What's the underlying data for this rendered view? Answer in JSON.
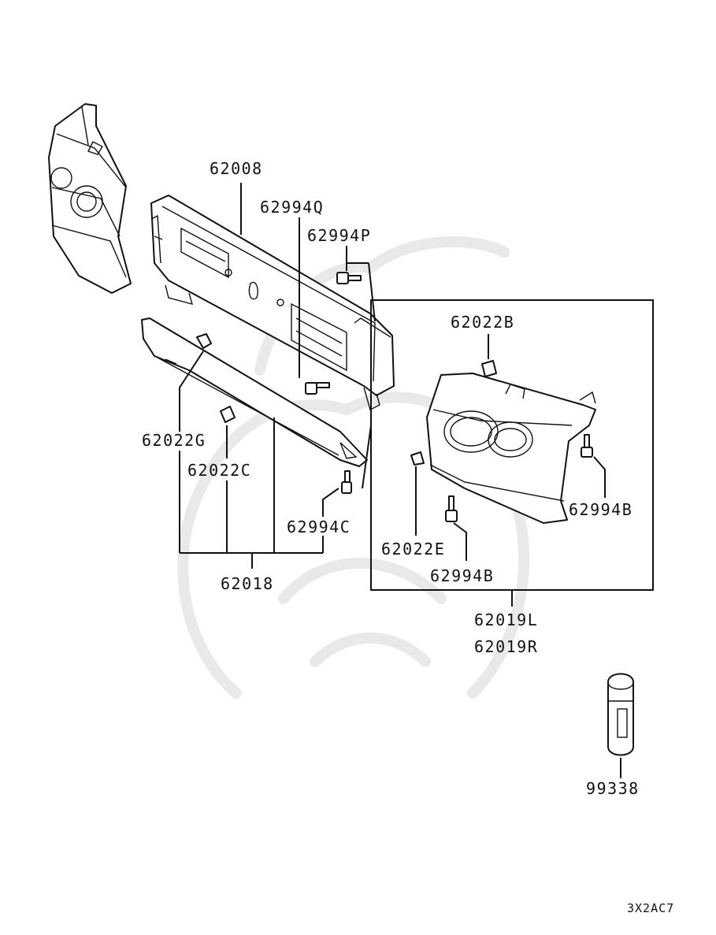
{
  "labels": {
    "grille_panel": "62008",
    "bolt_q": "62994Q",
    "bolt_p": "62994P",
    "clip_g": "62022G",
    "clip_c": "62022C",
    "bolt_c": "62994C",
    "lower_cover": "62018",
    "clip_b": "62022B",
    "bolt_b_right": "62994B",
    "clip_e": "62022E",
    "bolt_b_bottom": "62994B",
    "corner_l": "62019L",
    "corner_r": "62019R",
    "touch_up_paint": "99338"
  },
  "diagram_code": "3X2AC7"
}
